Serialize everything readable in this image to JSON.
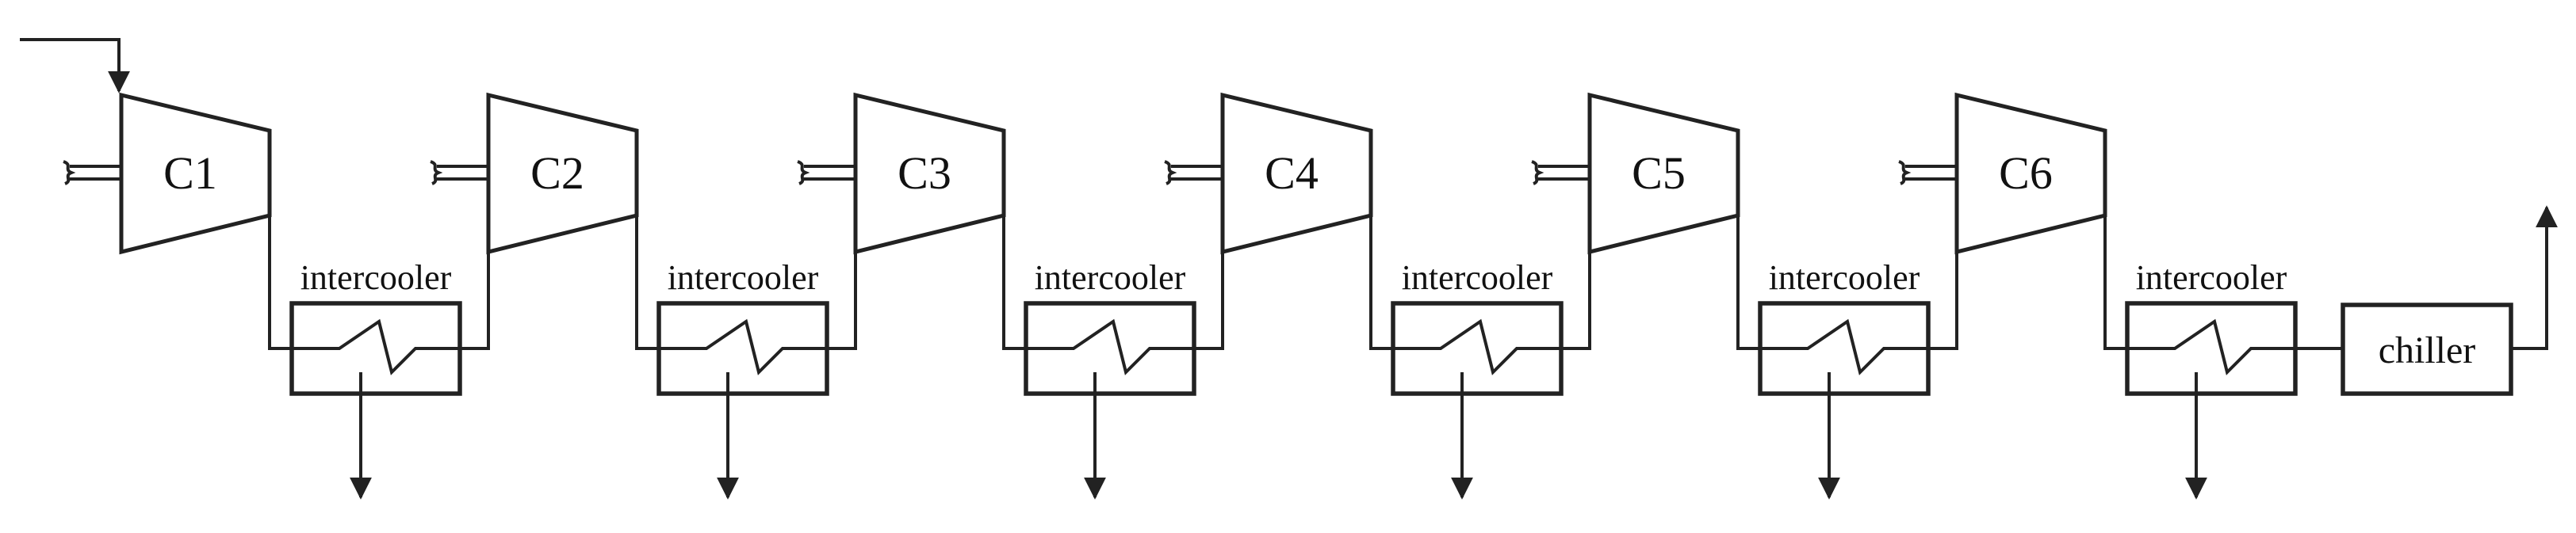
{
  "stages": [
    {
      "compressor": "C1",
      "intercooler": "intercooler"
    },
    {
      "compressor": "C2",
      "intercooler": "intercooler"
    },
    {
      "compressor": "C3",
      "intercooler": "intercooler"
    },
    {
      "compressor": "C4",
      "intercooler": "intercooler"
    },
    {
      "compressor": "C5",
      "intercooler": "intercooler"
    },
    {
      "compressor": "C6",
      "intercooler": "intercooler"
    }
  ],
  "chiller": {
    "label": "chiller"
  },
  "colors": {
    "stroke": "#222222",
    "background": "#ffffff"
  }
}
